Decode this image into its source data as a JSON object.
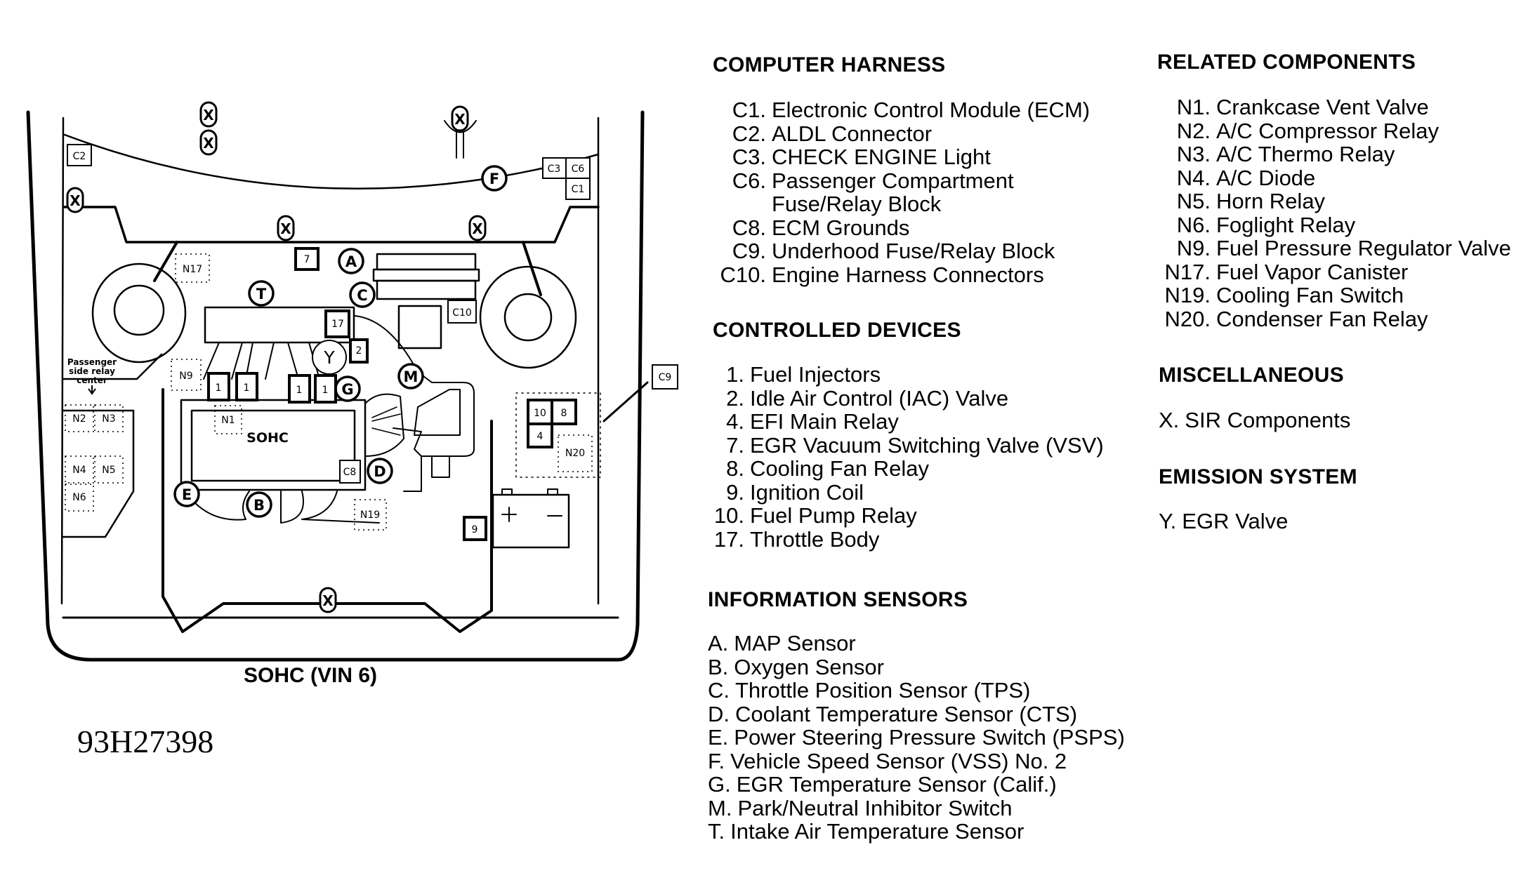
{
  "figure": {
    "caption": "SOHC (VIN 6)",
    "figure_number": "93H27398",
    "engine_label": "SOHC",
    "relay_center_label": [
      "Passenger",
      "side relay",
      "center"
    ]
  },
  "diagram_labels": {
    "circles": [
      {
        "id": "A",
        "label": "A"
      },
      {
        "id": "B",
        "label": "B"
      },
      {
        "id": "C",
        "label": "C"
      },
      {
        "id": "D",
        "label": "D"
      },
      {
        "id": "E",
        "label": "E"
      },
      {
        "id": "F",
        "label": "F"
      },
      {
        "id": "G",
        "label": "G"
      },
      {
        "id": "M",
        "label": "M"
      },
      {
        "id": "T",
        "label": "T"
      },
      {
        "id": "Y",
        "label": "Y"
      }
    ],
    "sir_marker": "X",
    "boxes": [
      "C1",
      "C2",
      "C3",
      "C6",
      "C8",
      "C9",
      "C10"
    ],
    "device_boxes": [
      "1",
      "1",
      "1",
      "1",
      "2",
      "4",
      "7",
      "8",
      "9",
      "10",
      "17"
    ],
    "dotted_boxes": [
      "N1",
      "N2",
      "N3",
      "N4",
      "N5",
      "N6",
      "N9",
      "N17",
      "N19",
      "N20"
    ],
    "battery": {
      "plus": "+",
      "minus": "−"
    }
  },
  "sections": {
    "computer_harness": {
      "title": "COMPUTER HARNESS",
      "items": [
        {
          "code": "C1.",
          "text": "Electronic Control Module (ECM)"
        },
        {
          "code": "C2.",
          "text": "ALDL Connector"
        },
        {
          "code": "C3.",
          "text": "CHECK ENGINE Light"
        },
        {
          "code": "C6.",
          "text": "Passenger Compartment"
        },
        {
          "code": "",
          "text": "Fuse/Relay Block"
        },
        {
          "code": "C8.",
          "text": "ECM Grounds"
        },
        {
          "code": "C9.",
          "text": "Underhood Fuse/Relay Block"
        },
        {
          "code": "C10.",
          "text": "Engine Harness Connectors"
        }
      ]
    },
    "controlled_devices": {
      "title": "CONTROLLED DEVICES",
      "items": [
        {
          "code": "1.",
          "text": "Fuel Injectors"
        },
        {
          "code": "2.",
          "text": "Idle Air Control (IAC) Valve"
        },
        {
          "code": "4.",
          "text": "EFI Main Relay"
        },
        {
          "code": "7.",
          "text": "EGR Vacuum Switching Valve (VSV)"
        },
        {
          "code": "8.",
          "text": "Cooling Fan Relay"
        },
        {
          "code": "9.",
          "text": "Ignition Coil"
        },
        {
          "code": "10.",
          "text": "Fuel Pump Relay"
        },
        {
          "code": "17.",
          "text": "Throttle Body"
        }
      ]
    },
    "information_sensors": {
      "title": "INFORMATION SENSORS",
      "items": [
        {
          "code": "A.",
          "text": "MAP Sensor"
        },
        {
          "code": "B.",
          "text": "Oxygen Sensor"
        },
        {
          "code": "C.",
          "text": "Throttle Position Sensor (TPS)"
        },
        {
          "code": "D.",
          "text": "Coolant Temperature Sensor (CTS)"
        },
        {
          "code": "E.",
          "text": "Power Steering Pressure Switch (PSPS)"
        },
        {
          "code": "F.",
          "text": "Vehicle Speed Sensor (VSS) No. 2"
        },
        {
          "code": "G.",
          "text": "EGR Temperature Sensor (Calif.)"
        },
        {
          "code": "M.",
          "text": "Park/Neutral Inhibitor Switch"
        },
        {
          "code": "T.",
          "text": "Intake Air Temperature Sensor"
        }
      ]
    },
    "related_components": {
      "title": "RELATED COMPONENTS",
      "items": [
        {
          "code": "N1.",
          "text": "Crankcase Vent Valve"
        },
        {
          "code": "N2.",
          "text": "A/C Compressor Relay"
        },
        {
          "code": "N3.",
          "text": "A/C Thermo Relay"
        },
        {
          "code": "N4.",
          "text": "A/C Diode"
        },
        {
          "code": "N5.",
          "text": "Horn Relay"
        },
        {
          "code": "N6.",
          "text": "Foglight Relay"
        },
        {
          "code": "N9.",
          "text": "Fuel Pressure Regulator Valve"
        },
        {
          "code": "N17.",
          "text": "Fuel Vapor Canister"
        },
        {
          "code": "N19.",
          "text": "Cooling Fan Switch"
        },
        {
          "code": "N20.",
          "text": "Condenser Fan Relay"
        }
      ]
    },
    "miscellaneous": {
      "title": "MISCELLANEOUS",
      "items": [
        {
          "code": "X.",
          "text": "SIR Components"
        }
      ]
    },
    "emission_system": {
      "title": "EMISSION SYSTEM",
      "items": [
        {
          "code": "Y.",
          "text": "EGR Valve"
        }
      ]
    }
  }
}
